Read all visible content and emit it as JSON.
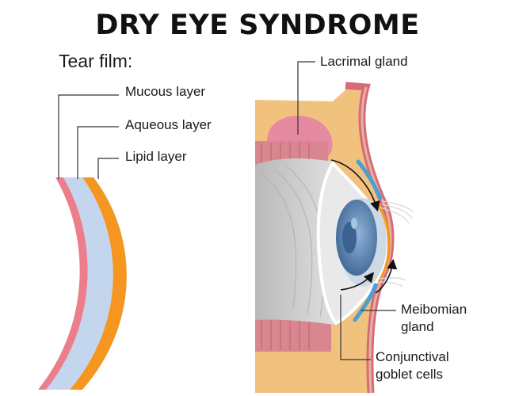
{
  "title": "DRY EYE SYNDROME",
  "tear_film": {
    "heading": "Tear film:",
    "layers": {
      "mucous": "Mucous layer",
      "aqueous": "Aqueous layer",
      "lipid": "Lipid layer"
    }
  },
  "eye_labels": {
    "lacrimal_gland": "Lacrimal gland",
    "meibomian_gland_line1": "Meibomian",
    "meibomian_gland_line2": "gland",
    "goblet_cells_line1": "Conjunctival",
    "goblet_cells_line2": "goblet cells"
  },
  "colors": {
    "mucous": "#ec7d8a",
    "aqueous": "#c4d5ee",
    "lipid": "#f4961f",
    "skin": "#f1c27e",
    "iris": "#5a7ea8"
  }
}
